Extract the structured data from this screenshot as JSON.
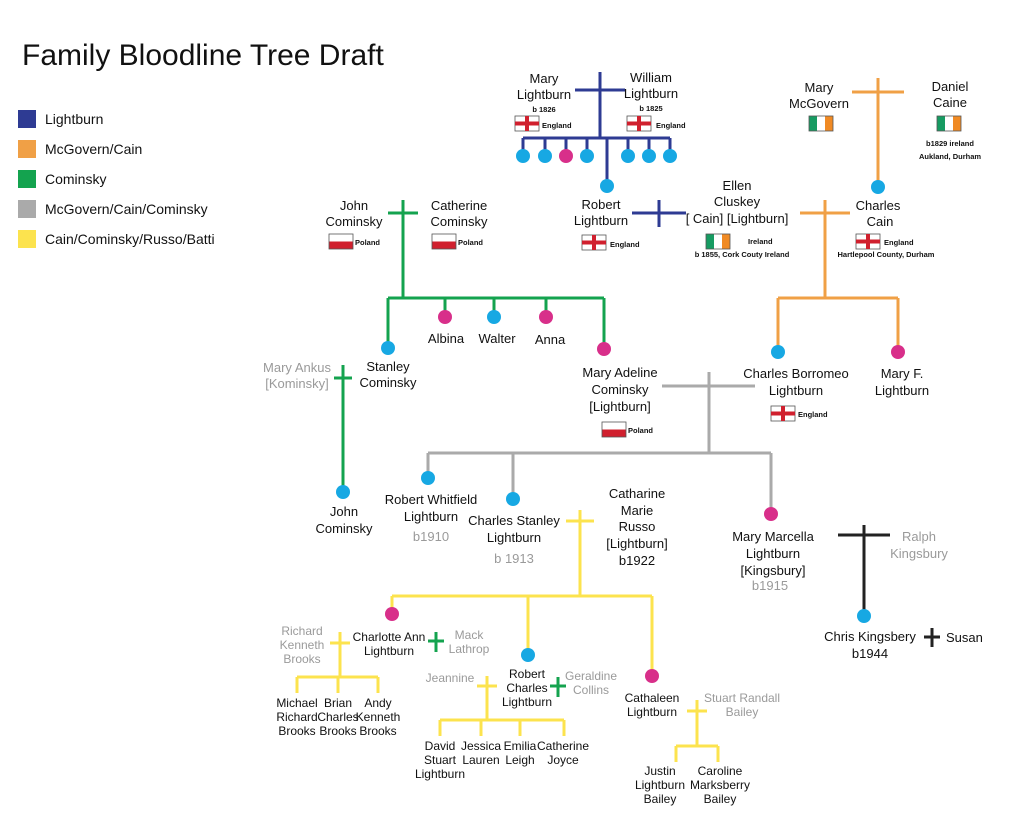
{
  "title": "Family Bloodline Tree Draft",
  "legend": [
    {
      "label": "Lightburn",
      "color": "#2e3b93"
    },
    {
      "label": "McGovern/Cain",
      "color": "#f0a046"
    },
    {
      "label": "Cominsky",
      "color": "#14a34f"
    },
    {
      "label": "McGovern/Cain/Cominsky",
      "color": "#aaaaaa"
    },
    {
      "label": "Cain/Cominsky/Russo/Batti",
      "color": "#fce34e"
    }
  ],
  "colors": {
    "male": "#17a8e3",
    "female": "#d82f8a",
    "black": "#222222"
  },
  "people": {
    "mary_l": {
      "l1": "Mary",
      "l2": "Lightburn",
      "birth": "b 1826",
      "country": "England",
      "flag": "england-flag"
    },
    "william_l": {
      "l1": "William",
      "l2": "Lightburn",
      "birth": "b 1825",
      "country": "England",
      "flag": "england-flag"
    },
    "mary_mcg": {
      "l1": "Mary",
      "l2": "McGovern",
      "flag": "ireland-flag"
    },
    "daniel_c": {
      "l1": "Daniel",
      "l2": "Caine",
      "birth": "b1829 ireland",
      "place": "Aukland, Durham",
      "flag": "ireland-flag"
    },
    "robert_l": {
      "l1": "Robert",
      "l2": "Lightburn",
      "country": "England",
      "flag": "england-flag"
    },
    "ellen_c": {
      "l1": "Ellen",
      "l2": "Cluskey",
      "l3": "[ Cain] [Lightburn]",
      "country": "Ireland",
      "birth": "b 1855, Cork Couty Ireland",
      "flag": "ireland-flag"
    },
    "charles_c": {
      "l1": "Charles",
      "l2": "Cain",
      "country": "England",
      "place": "Hartlepool County, Durham",
      "flag": "england-flag"
    },
    "john_c": {
      "l1": "John",
      "l2": "Cominsky",
      "country": "Poland",
      "flag": "poland-flag"
    },
    "catherine_c": {
      "l1": "Catherine",
      "l2": "Cominsky",
      "country": "Poland",
      "flag": "poland-flag"
    },
    "albina": {
      "l1": "Albina"
    },
    "walter": {
      "l1": "Walter"
    },
    "anna": {
      "l1": "Anna"
    },
    "mary_ankus": {
      "l1": "Mary Ankus",
      "l2": "[Kominsky]"
    },
    "stanley_c": {
      "l1": "Stanley",
      "l2": "Cominsky"
    },
    "mary_adeline": {
      "l1": "Mary Adeline",
      "l2": "Cominsky",
      "l3": "[Lightburn]",
      "country": "Poland",
      "flag": "poland-flag"
    },
    "charles_b": {
      "l1": "Charles Borromeo",
      "l2": "Lightburn",
      "country": "England",
      "flag": "england-flag"
    },
    "mary_f": {
      "l1": "Mary F.",
      "l2": "Lightburn"
    },
    "john_c2": {
      "l1": "John",
      "l2": "Cominsky"
    },
    "robert_w": {
      "l1": "Robert Whitfield",
      "l2": "Lightburn",
      "birth": "b1910"
    },
    "charles_s": {
      "l1": "Charles Stanley",
      "l2": "Lightburn",
      "birth": "b 1913"
    },
    "catharine": {
      "l1": "Catharine",
      "l2": "Marie",
      "l3": "Russo",
      "l4": "[Lightburn]",
      "birth": "b1922"
    },
    "mary_m": {
      "l1": "Mary Marcella",
      "l2": "Lightburn",
      "l3": "[Kingsbury]",
      "birth": "b1915"
    },
    "ralph": {
      "l1": "Ralph",
      "l2": "Kingsbury"
    },
    "chris": {
      "l1": "Chris Kingsbery",
      "birth": "b1944"
    },
    "susan": {
      "l1": "Susan"
    },
    "richard_b": {
      "l1": "Richard",
      "l2": "Kenneth",
      "l3": "Brooks"
    },
    "charlotte": {
      "l1": "Charlotte Ann",
      "l2": "Lightburn"
    },
    "mack": {
      "l1": "Mack",
      "l2": "Lathrop"
    },
    "jeannine": {
      "l1": "Jeannine"
    },
    "robert_c": {
      "l1": "Robert",
      "l2": "Charles",
      "l3": "Lightburn"
    },
    "geraldine": {
      "l1": "Geraldine",
      "l2": "Collins"
    },
    "cathaleen": {
      "l1": "Cathaleen",
      "l2": "Lightburn"
    },
    "stuart": {
      "l1": "Stuart Randall",
      "l2": "Bailey"
    },
    "michael": {
      "l1": "Michael",
      "l2": "Richard",
      "l3": "Brooks"
    },
    "brian": {
      "l1": "Brian",
      "l2": "Charles",
      "l3": "Brooks"
    },
    "andy": {
      "l1": "Andy",
      "l2": "Kenneth",
      "l3": "Brooks"
    },
    "david": {
      "l1": "David",
      "l2": "Stuart",
      "l3": "Lightburn"
    },
    "jessica": {
      "l1": "Jessica",
      "l2": "Lauren"
    },
    "emilia": {
      "l1": "Emilia",
      "l2": "Leigh"
    },
    "catherine_j": {
      "l1": "Catherine",
      "l2": "Joyce"
    },
    "justin": {
      "l1": "Justin",
      "l2": "Lightburn",
      "l3": "Bailey"
    },
    "caroline": {
      "l1": "Caroline",
      "l2": "Marksberry",
      "l3": "Bailey"
    }
  }
}
